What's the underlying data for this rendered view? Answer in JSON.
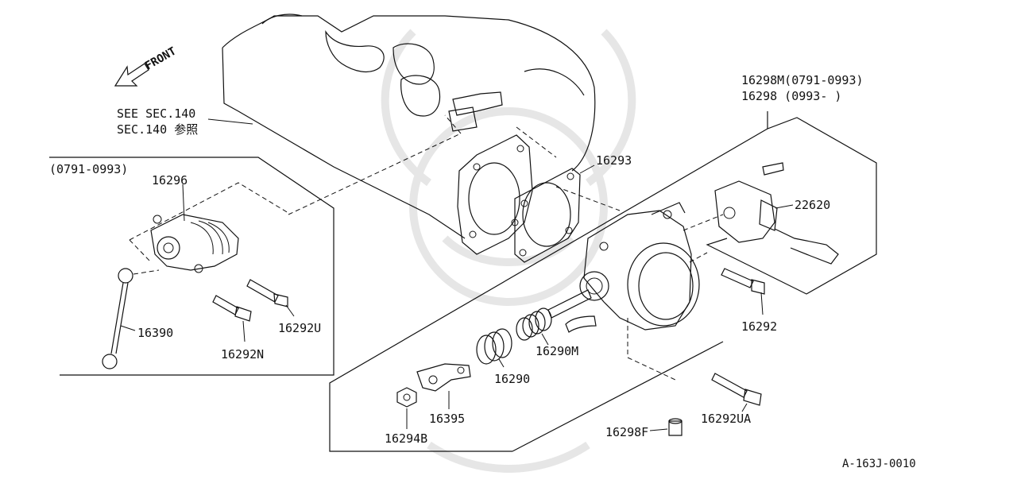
{
  "front_label": "FRONT",
  "see_sec": {
    "line1": "SEE SEC.140",
    "line2": "SEC.140 参照"
  },
  "inset": {
    "range_label": "(0791-0993)",
    "parts": {
      "p16296": "16296",
      "p16390": "16390",
      "p16292N": "16292N",
      "p16292U": "16292U"
    }
  },
  "main_box": {
    "header_line1": "16298M(0791-0993)",
    "header_line2": "16298 (0993-    )"
  },
  "parts": {
    "p16293": "16293",
    "p22620": "22620",
    "p16292": "16292",
    "p16290M": "16290M",
    "p16290": "16290",
    "p16395": "16395",
    "p16294B": "16294B",
    "p16298F": "16298F",
    "p16292UA": "16292UA"
  },
  "diagram_code": "A-163J-0010"
}
